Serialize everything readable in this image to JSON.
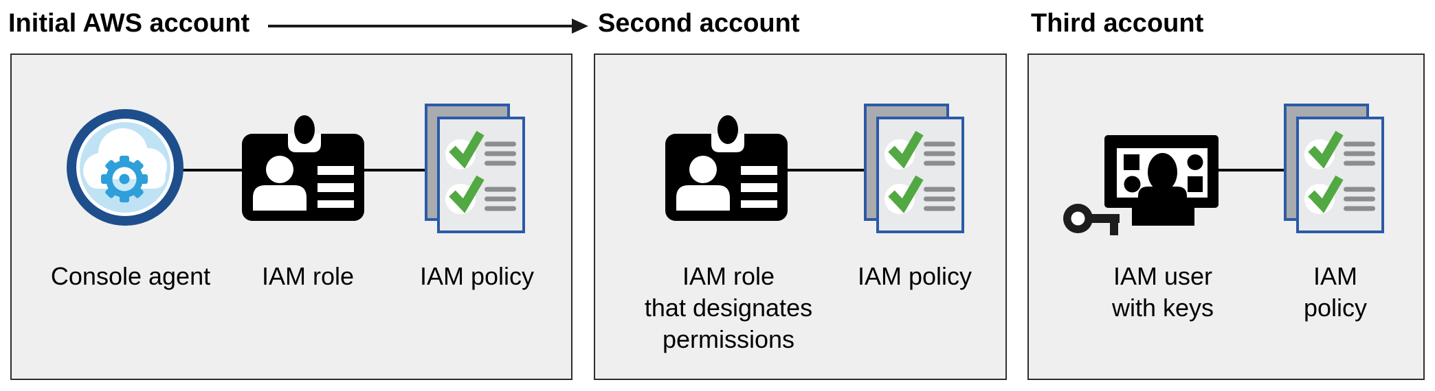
{
  "diagram": {
    "panels": [
      {
        "title": "Initial AWS account",
        "items": [
          {
            "icon": "console-agent-icon",
            "label": "Console agent"
          },
          {
            "icon": "iam-role-icon",
            "label": "IAM role"
          },
          {
            "icon": "iam-policy-icon",
            "label": "IAM policy"
          }
        ]
      },
      {
        "title": "Second account",
        "items": [
          {
            "icon": "iam-role-icon",
            "label": "IAM role\nthat designates\npermissions"
          },
          {
            "icon": "iam-policy-icon",
            "label": "IAM policy"
          }
        ]
      },
      {
        "title": "Third account",
        "items": [
          {
            "icon": "iam-user-with-keys-icon",
            "label": "IAM user\nwith keys"
          },
          {
            "icon": "iam-policy-icon",
            "label": "IAM policy"
          }
        ]
      }
    ],
    "arrow": {
      "connects": [
        "Initial AWS account",
        "Second account"
      ]
    }
  },
  "colors": {
    "panel_background": "#efefef",
    "panel_border": "#2d2d2d",
    "icon_black": "#000000",
    "policy_border_blue": "#2b5aa7",
    "policy_back_fill": "#a9abae",
    "policy_front_fill": "#e9eaeb",
    "check_green": "#52a842",
    "doc_line_gray": "#8b8d90",
    "agent_ring_blue": "#1e4e8c",
    "agent_inner_blue": "#bfe3f5",
    "agent_gear_blue": "#2e9fd9",
    "agent_gear_accent": "#c9eaf8",
    "text_black": "#000000"
  }
}
